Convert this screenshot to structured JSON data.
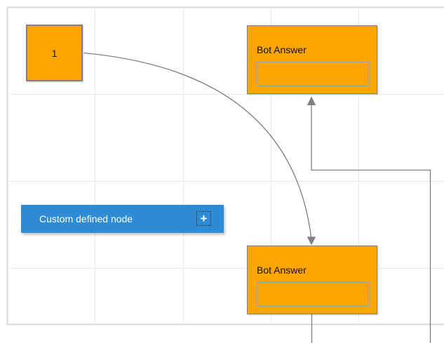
{
  "diagram": {
    "nodes": {
      "start_node": {
        "label": "1"
      },
      "bot_answer_top": {
        "title": "Bot Answer",
        "field_value": ""
      },
      "bot_answer_bottom": {
        "title": "Bot Answer",
        "field_value": ""
      }
    },
    "palette": {
      "custom_node_label": "Custom defined node",
      "add_icon_glyph": "+"
    },
    "colors": {
      "node_fill": "#FFA500",
      "node_border": "#808080",
      "connector": "#7f7f7f",
      "button_fill": "#2E8BD6",
      "button_text": "#ffffff",
      "grid_line": "#eaeaea",
      "page_border": "#d8d8d8",
      "canvas_background": "#ffffff"
    }
  }
}
